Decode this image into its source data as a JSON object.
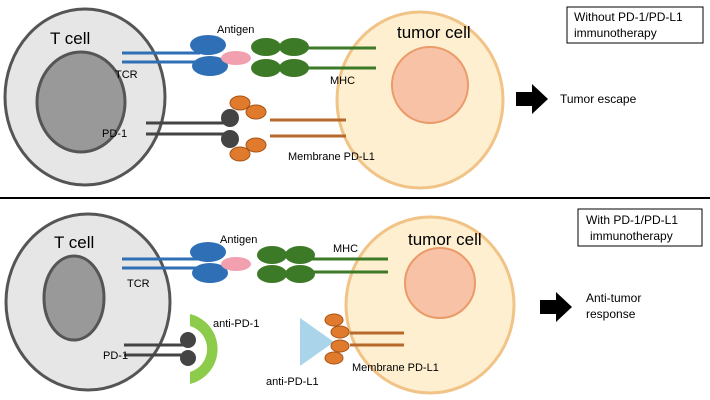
{
  "panels": {
    "top": {
      "box_line1": "Without PD-1/PD-L1",
      "box_line2": "immunotherapy",
      "t_cell": "T cell",
      "tumor_cell": "tumor cell",
      "antigen": "Antigen",
      "tcr": "TCR",
      "mhc": "MHC",
      "pd1": "PD-1",
      "membrane_pdl1": "Membrane PD-L1",
      "outcome_line1": "Tumor escape",
      "outcome_line2": ""
    },
    "bottom": {
      "box_line1": "With PD-1/PD-L1",
      "box_line2": "immunotherapy",
      "t_cell": "T cell",
      "tumor_cell": "tumor cell",
      "antigen": "Antigen",
      "tcr": "TCR",
      "mhc": "MHC",
      "pd1": "PD-1",
      "membrane_pdl1": "Membrane PD-L1",
      "anti_pd1": "anti-PD-1",
      "anti_pdl1": "anti-PD-L1",
      "outcome_line1": "Anti-tumor",
      "outcome_line2": "response"
    }
  },
  "colors": {
    "t_cell_fill": "#e6e6e6",
    "t_cell_stroke": "#555555",
    "nucleus_fill": "#999999",
    "tumor_fill": "#fdefcf",
    "tumor_stroke": "#f1c386",
    "tumor_nucleus_fill": "#f7c2a6",
    "tcr_blue": "#2e6fb5",
    "antigen_pink": "#f2a0b0",
    "mhc_green": "#3d7a28",
    "pdl1_orange": "#e07a2c",
    "pd1_gray": "#444444",
    "anti_pd1_green": "#8ccc4a",
    "anti_pdl1_blue": "#a9d4ea",
    "divider": "#000000"
  }
}
